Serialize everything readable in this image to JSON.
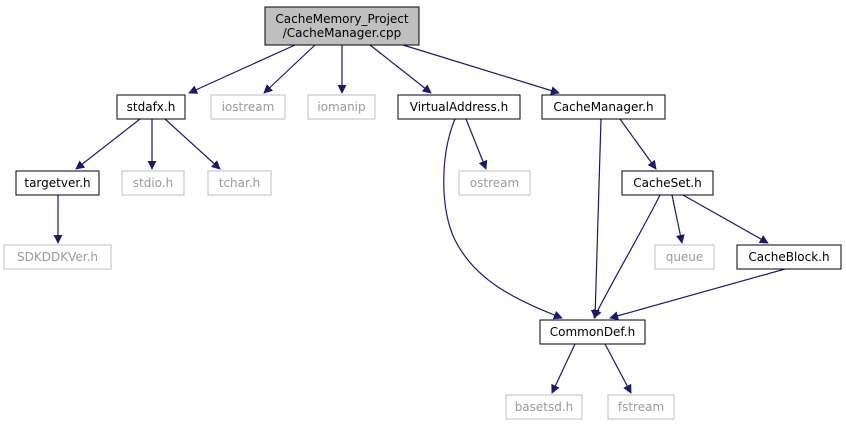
{
  "graph": {
    "colors": {
      "edge": "#191970",
      "node_border": "#000000",
      "missing_border": "#bfbfbf",
      "root_fill": "#bfbfbf",
      "node_fill": "#ffffff",
      "text": "#000000",
      "missing_text": "#9a9a9a"
    },
    "nodes": [
      {
        "id": "root",
        "lines": [
          "CacheMemory_Project",
          "/CacheManager.cpp"
        ],
        "kind": "root"
      },
      {
        "id": "stdafx",
        "lines": [
          "stdafx.h"
        ],
        "kind": "file"
      },
      {
        "id": "iostream",
        "lines": [
          "iostream"
        ],
        "kind": "missing"
      },
      {
        "id": "iomanip",
        "lines": [
          "iomanip"
        ],
        "kind": "missing"
      },
      {
        "id": "virtualaddress",
        "lines": [
          "VirtualAddress.h"
        ],
        "kind": "file"
      },
      {
        "id": "cachemanager",
        "lines": [
          "CacheManager.h"
        ],
        "kind": "file"
      },
      {
        "id": "targetver",
        "lines": [
          "targetver.h"
        ],
        "kind": "file"
      },
      {
        "id": "stdio",
        "lines": [
          "stdio.h"
        ],
        "kind": "missing"
      },
      {
        "id": "tchar",
        "lines": [
          "tchar.h"
        ],
        "kind": "missing"
      },
      {
        "id": "ostream",
        "lines": [
          "ostream"
        ],
        "kind": "missing"
      },
      {
        "id": "cacheset",
        "lines": [
          "CacheSet.h"
        ],
        "kind": "file"
      },
      {
        "id": "sdkddkver",
        "lines": [
          "SDKDDKVer.h"
        ],
        "kind": "missing"
      },
      {
        "id": "queue",
        "lines": [
          "queue"
        ],
        "kind": "missing"
      },
      {
        "id": "cacheblock",
        "lines": [
          "CacheBlock.h"
        ],
        "kind": "file"
      },
      {
        "id": "commondef",
        "lines": [
          "CommonDef.h"
        ],
        "kind": "file"
      },
      {
        "id": "basetsd",
        "lines": [
          "basetsd.h"
        ],
        "kind": "missing"
      },
      {
        "id": "fstream",
        "lines": [
          "fstream"
        ],
        "kind": "missing"
      }
    ],
    "edges": [
      {
        "from": "root",
        "to": "stdafx"
      },
      {
        "from": "root",
        "to": "iostream"
      },
      {
        "from": "root",
        "to": "iomanip"
      },
      {
        "from": "root",
        "to": "virtualaddress"
      },
      {
        "from": "root",
        "to": "cachemanager"
      },
      {
        "from": "stdafx",
        "to": "targetver"
      },
      {
        "from": "stdafx",
        "to": "stdio"
      },
      {
        "from": "stdafx",
        "to": "tchar"
      },
      {
        "from": "targetver",
        "to": "sdkddkver"
      },
      {
        "from": "virtualaddress",
        "to": "ostream"
      },
      {
        "from": "virtualaddress",
        "to": "commondef"
      },
      {
        "from": "cachemanager",
        "to": "cacheset"
      },
      {
        "from": "cachemanager",
        "to": "commondef"
      },
      {
        "from": "cacheset",
        "to": "queue"
      },
      {
        "from": "cacheset",
        "to": "cacheblock"
      },
      {
        "from": "cacheset",
        "to": "commondef"
      },
      {
        "from": "cacheblock",
        "to": "commondef"
      },
      {
        "from": "commondef",
        "to": "basetsd"
      },
      {
        "from": "commondef",
        "to": "fstream"
      }
    ]
  }
}
